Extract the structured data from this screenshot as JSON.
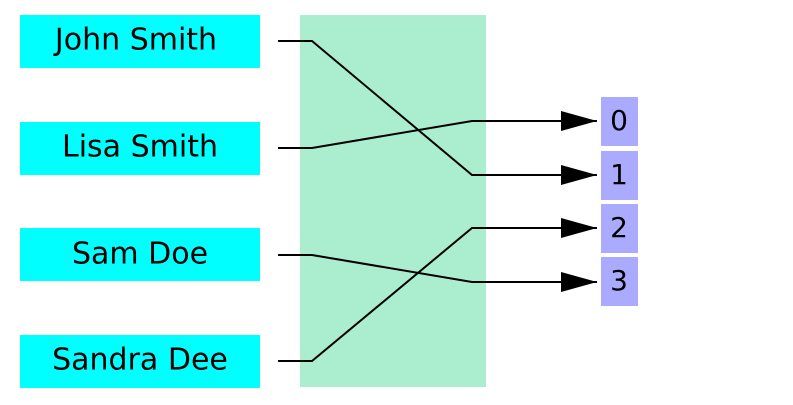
{
  "colors": {
    "key_box": "#00ffff",
    "hash_function_panel": "#abeecf",
    "bucket_box": "#aaaaff",
    "line": "#000000",
    "background": "#ffffff"
  },
  "keys": [
    {
      "label": "John Smith"
    },
    {
      "label": "Lisa Smith"
    },
    {
      "label": "Sam Doe"
    },
    {
      "label": "Sandra Dee"
    }
  ],
  "buckets": [
    {
      "label": "0"
    },
    {
      "label": "1"
    },
    {
      "label": "2"
    },
    {
      "label": "3"
    }
  ],
  "mappings": [
    {
      "key_index": 0,
      "bucket_index": 1
    },
    {
      "key_index": 1,
      "bucket_index": 0
    },
    {
      "key_index": 2,
      "bucket_index": 3
    },
    {
      "key_index": 3,
      "bucket_index": 2
    }
  ]
}
